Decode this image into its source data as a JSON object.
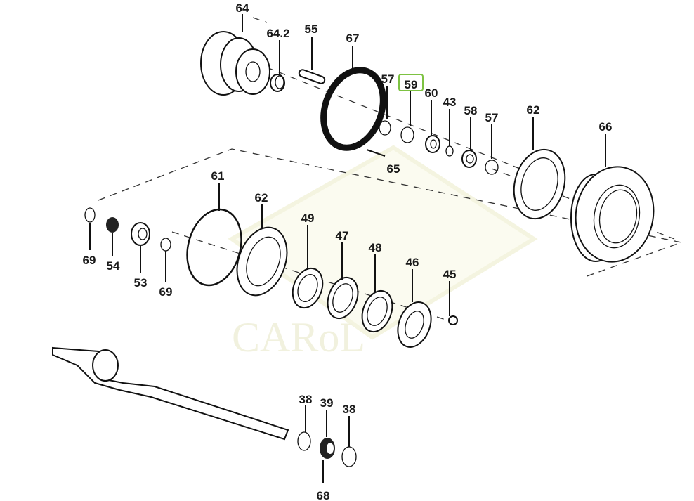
{
  "watermark": "CARoL",
  "highlight_color": "#7dc242",
  "selected_part": "59",
  "callouts": {
    "c64": "64",
    "c64_2": "64.2",
    "c55": "55",
    "c67": "67",
    "c57a": "57",
    "c59": "59",
    "c60": "60",
    "c43": "43",
    "c58": "58",
    "c57b": "57",
    "c62a": "62",
    "c66": "66",
    "c65": "65",
    "c61": "61",
    "c62b": "62",
    "c49": "49",
    "c47": "47",
    "c48": "48",
    "c46": "46",
    "c45": "45",
    "c69a": "69",
    "c54": "54",
    "c53": "53",
    "c69b": "69",
    "c38a": "38",
    "c39": "39",
    "c38b": "38",
    "c68": "68"
  }
}
